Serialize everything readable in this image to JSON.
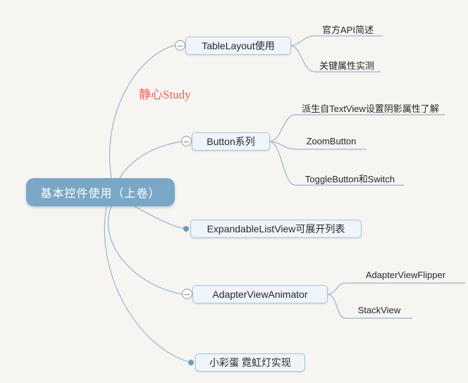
{
  "mindmap": {
    "watermark": "静心Study",
    "root": {
      "label": "基本控件使用（上卷）"
    },
    "branches": [
      {
        "label": "TableLayout使用",
        "collapse_icon": "minus-circle-icon",
        "children": [
          "官方API简述",
          "关键属性实测"
        ]
      },
      {
        "label": "Button系列",
        "collapse_icon": "minus-circle-icon",
        "children": [
          "派生自TextView设置阴影属性了解",
          "ZoomButton",
          "ToggleButton和Switch"
        ]
      },
      {
        "label": "ExpandableListView可展开列表",
        "connector": "dot",
        "children": []
      },
      {
        "label": "AdapterViewAnimator",
        "collapse_icon": "minus-circle-icon",
        "children": [
          "AdapterViewFlipper",
          "StackView"
        ]
      },
      {
        "label": "小彩蛋 霓虹灯实现",
        "connector": "dot",
        "children": []
      }
    ],
    "colors": {
      "background": "#f6f5f2",
      "root_fill": "#7aa7c6",
      "root_text": "#ffffff",
      "node_fill": "#eff5fa",
      "node_border": "#a9c4d8",
      "branch_line": "#97b5cf",
      "dot_fill": "#6c9cbe",
      "text_dark": "#26282a",
      "watermark_red": "#fa5b57"
    }
  }
}
